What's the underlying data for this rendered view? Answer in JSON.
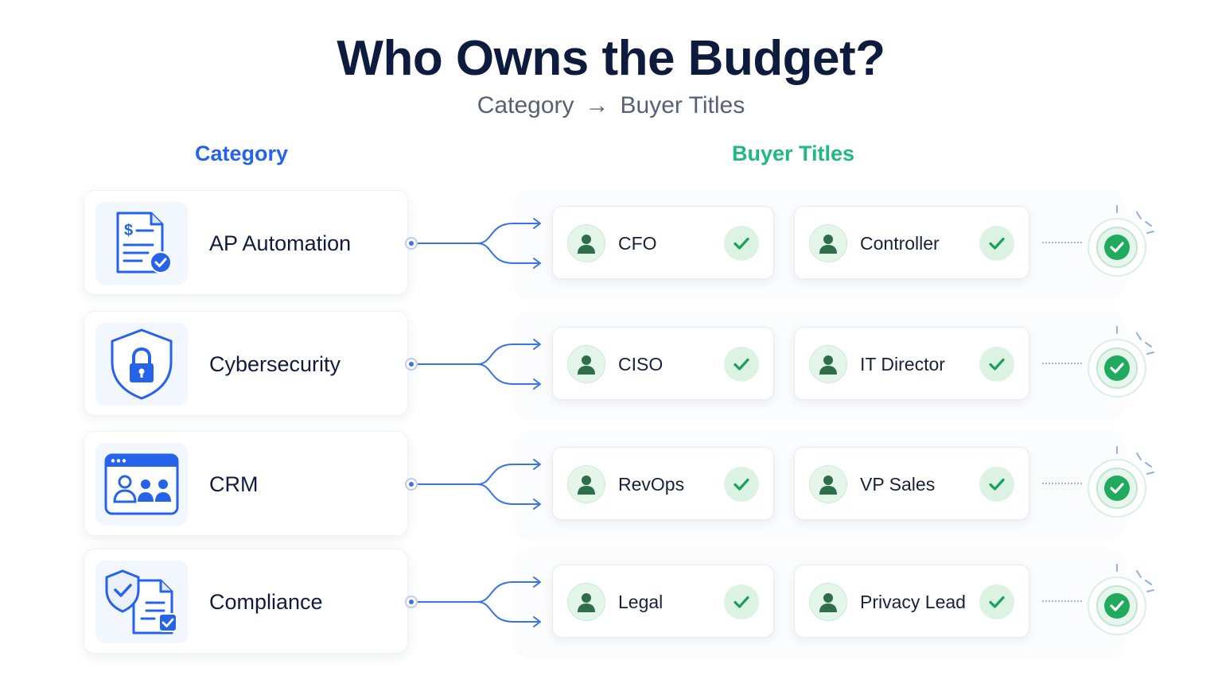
{
  "title": "Who Owns the Budget?",
  "subtitle": {
    "left": "Category",
    "arrow": "→",
    "right": "Buyer Titles"
  },
  "columns": {
    "category": "Category",
    "buyers": "Buyer Titles"
  },
  "colors": {
    "accent_blue": "#2563eb",
    "accent_green": "#1fb981",
    "check_green": "#1aa05a"
  },
  "rows": [
    {
      "category": "AP Automation",
      "icon": "invoice-icon",
      "buyers": [
        "CFO",
        "Controller"
      ]
    },
    {
      "category": "Cybersecurity",
      "icon": "shield-lock-icon",
      "buyers": [
        "CISO",
        "IT Director"
      ]
    },
    {
      "category": "CRM",
      "icon": "crm-window-icon",
      "buyers": [
        "RevOps",
        "VP Sales"
      ]
    },
    {
      "category": "Compliance",
      "icon": "compliance-document-icon",
      "buyers": [
        "Legal",
        "Privacy Lead"
      ]
    }
  ]
}
